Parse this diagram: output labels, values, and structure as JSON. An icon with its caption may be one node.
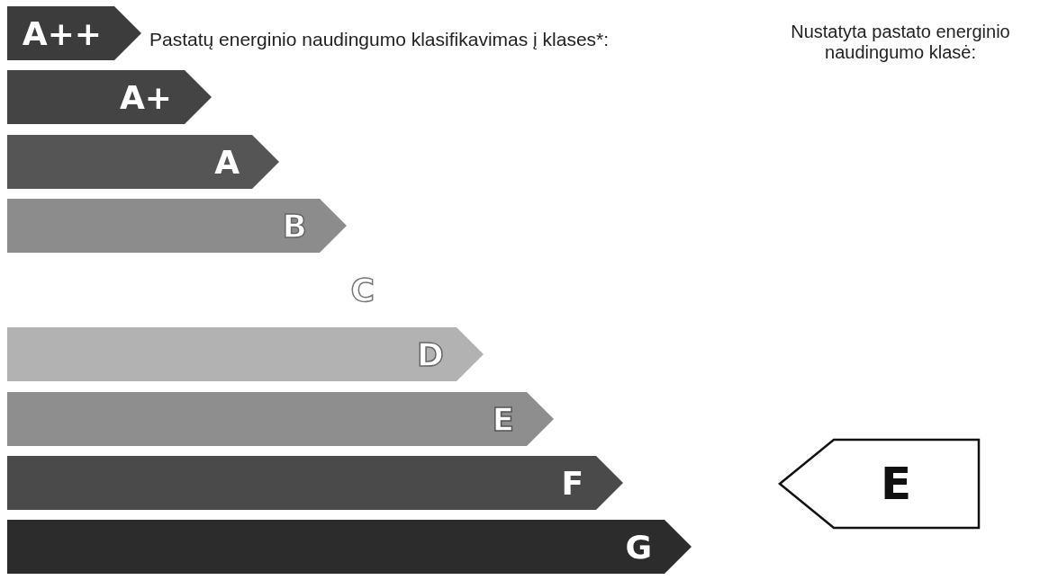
{
  "diagram": {
    "title": "Pastatų energinio naudingumo klasifikavimas į klases*:",
    "nodes": [
      {
        "text": [
          "A++"
        ]
      },
      {
        "text": [
          "A+"
        ]
      },
      {
        "text": [
          "A"
        ]
      },
      {
        "text": [
          "B"
        ]
      },
      {
        "text": [
          "C"
        ]
      },
      {
        "text": [
          "D"
        ]
      },
      {
        "text": [
          "E"
        ]
      },
      {
        "text": [
          "F"
        ]
      },
      {
        "text": [
          "G"
        ]
      },
      {
        "text": [
          "E"
        ]
      }
    ],
    "labels": [
      "Nustatyta pastato energinio naudingumo klasė:"
    ]
  }
}
